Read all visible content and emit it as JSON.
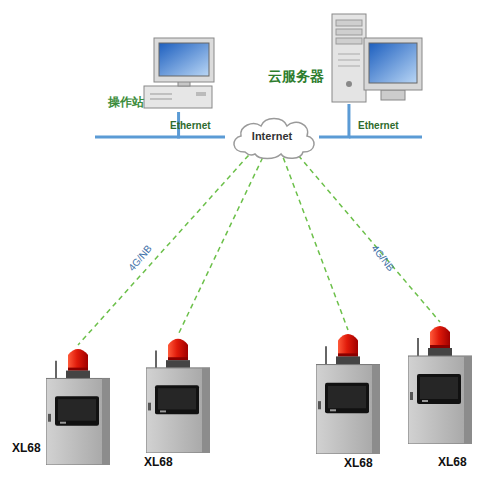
{
  "diagram": {
    "nodes": [
      {
        "text": [
          "操作站"
        ]
      },
      {
        "text": [
          "云服务器"
        ]
      },
      {
        "text": [
          "Internet"
        ]
      },
      {
        "text": [
          "XL68"
        ]
      },
      {
        "text": [
          "XL68"
        ]
      },
      {
        "text": [
          "XL68"
        ]
      },
      {
        "text": [
          "XL68"
        ]
      }
    ],
    "edges": [
      {
        "from": 0,
        "to": 2,
        "label": "Ethernet",
        "arrow": "none"
      },
      {
        "from": 2,
        "to": 1,
        "label": "Ethernet",
        "arrow": "none"
      },
      {
        "from": 2,
        "to": 3,
        "label": "4G/NB",
        "arrow": "none"
      },
      {
        "from": 2,
        "to": 4,
        "arrow": "none"
      },
      {
        "from": 2,
        "to": 5,
        "arrow": "none"
      },
      {
        "from": 2,
        "to": 6,
        "label": "4G/NB",
        "arrow": "none"
      }
    ]
  }
}
